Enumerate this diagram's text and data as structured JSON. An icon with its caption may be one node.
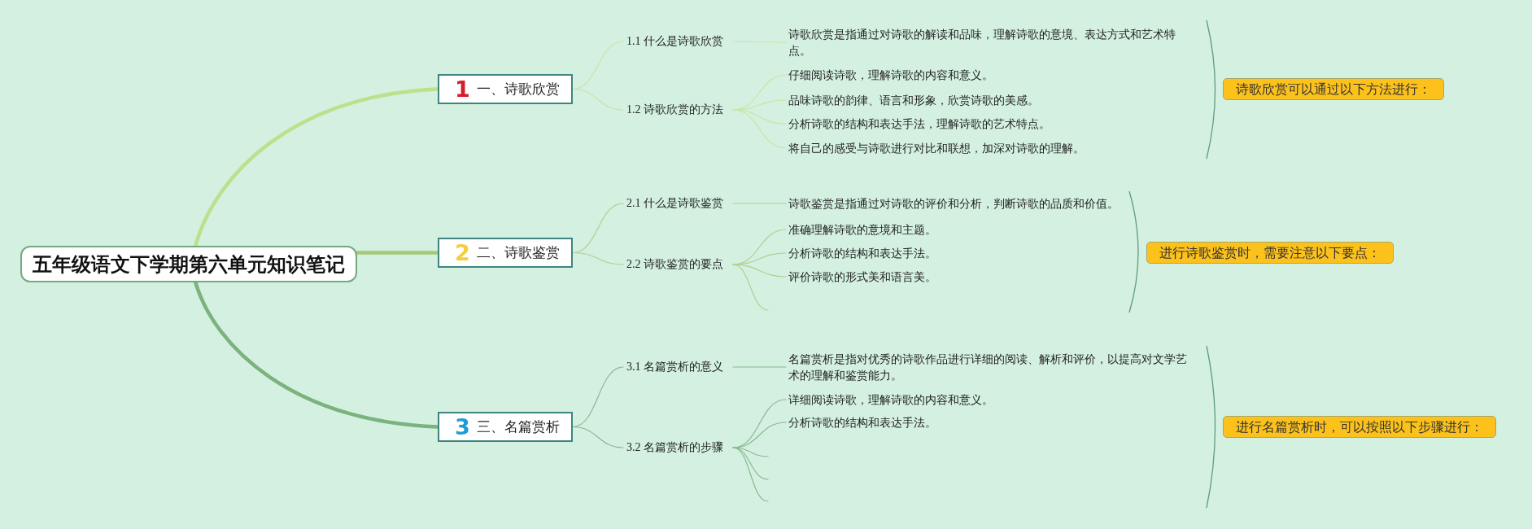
{
  "diagram": {
    "nodes": [
      {
        "text": [
          "五年级语文下学期第六单元知识笔记"
        ]
      },
      {
        "text": [
          "1",
          "一、诗歌欣赏"
        ]
      },
      {
        "text": [
          "1.1 什么是诗歌欣赏"
        ]
      },
      {
        "text": [
          "诗歌欣赏是指通过对诗歌的解读和品味，理解诗歌的意境、表达方式和艺术特点。"
        ]
      },
      {
        "text": [
          "1.2 诗歌欣赏的方法"
        ]
      },
      {
        "text": [
          "仔细阅读诗歌，理解诗歌的内容和意义。"
        ]
      },
      {
        "text": [
          "品味诗歌的韵律、语言和形象，欣赏诗歌的美感。"
        ]
      },
      {
        "text": [
          "分析诗歌的结构和表达手法，理解诗歌的艺术特点。"
        ]
      },
      {
        "text": [
          "将自己的感受与诗歌进行对比和联想，加深对诗歌的理解。"
        ]
      },
      {
        "text": [
          "诗歌欣赏可以通过以下方法进行："
        ]
      },
      {
        "text": [
          "2",
          "二、诗歌鉴赏"
        ]
      },
      {
        "text": [
          "2.1 什么是诗歌鉴赏"
        ]
      },
      {
        "text": [
          "诗歌鉴赏是指通过对诗歌的评价和分析，判断诗歌的品质和价值。"
        ]
      },
      {
        "text": [
          "2.2 诗歌鉴赏的要点"
        ]
      },
      {
        "text": [
          "准确理解诗歌的意境和主题。"
        ]
      },
      {
        "text": [
          "分析诗歌的结构和表达手法。"
        ]
      },
      {
        "text": [
          "评价诗歌的形式美和语言美。"
        ]
      },
      {
        "text": [
          "进行诗歌鉴赏时，需要注意以下要点："
        ]
      },
      {
        "text": [
          "3",
          "三、名篇赏析"
        ]
      },
      {
        "text": [
          "3.1 名篇赏析的意义"
        ]
      },
      {
        "text": [
          "名篇赏析是指对优秀的诗歌作品进行详细的阅读、解析和评价，以提高对文学艺术的理解和鉴赏能力。"
        ]
      },
      {
        "text": [
          "3.2 名篇赏析的步骤"
        ]
      },
      {
        "text": [
          "详细阅读诗歌，理解诗歌的内容和意义。"
        ]
      },
      {
        "text": [
          "分析诗歌的结构和表达手法。"
        ]
      },
      {
        "text": [
          "进行名篇赏析时，可以按照以下步骤进行："
        ]
      }
    ],
    "edges": [
      {
        "from": 0,
        "to": 1,
        "arrow": "none",
        "style": "thick",
        "color": "#bde08c"
      },
      {
        "from": 1,
        "to": 2,
        "arrow": "none",
        "color": "#c8e6a0"
      },
      {
        "from": 2,
        "to": 3,
        "arrow": "none",
        "color": "#c8e6a0"
      },
      {
        "from": 1,
        "to": 4,
        "arrow": "none",
        "color": "#c8e6a0"
      },
      {
        "from": 4,
        "to": 5,
        "arrow": "none",
        "color": "#c8e6a0"
      },
      {
        "from": 4,
        "to": 6,
        "arrow": "none",
        "color": "#c8e6a0"
      },
      {
        "from": 4,
        "to": 7,
        "arrow": "none",
        "color": "#c8e6a0"
      },
      {
        "from": 4,
        "to": 8,
        "arrow": "none",
        "color": "#c8e6a0"
      },
      {
        "from": 0,
        "to": 10,
        "arrow": "none",
        "style": "thick",
        "color": "#a6c878"
      },
      {
        "from": 10,
        "to": 11,
        "arrow": "none",
        "color": "#aed18c"
      },
      {
        "from": 11,
        "to": 12,
        "arrow": "none",
        "color": "#aed18c"
      },
      {
        "from": 10,
        "to": 13,
        "arrow": "none",
        "color": "#aed18c"
      },
      {
        "from": 13,
        "to": 14,
        "arrow": "none",
        "color": "#aed18c"
      },
      {
        "from": 13,
        "to": 15,
        "arrow": "none",
        "color": "#aed18c"
      },
      {
        "from": 13,
        "to": 16,
        "arrow": "none",
        "color": "#aed18c"
      },
      {
        "from": 13,
        "to": null,
        "arrow": "none",
        "color": "#aed18c"
      },
      {
        "from": 0,
        "to": 18,
        "arrow": "none",
        "style": "thick",
        "color": "#7cb27e"
      },
      {
        "from": 18,
        "to": 19,
        "arrow": "none",
        "color": "#88bb8e"
      },
      {
        "from": 19,
        "to": 20,
        "arrow": "none",
        "color": "#88bb8e"
      },
      {
        "from": 18,
        "to": 21,
        "arrow": "none",
        "color": "#88bb8e"
      },
      {
        "from": 21,
        "to": 22,
        "arrow": "none",
        "color": "#88bb8e"
      },
      {
        "from": 21,
        "to": 23,
        "arrow": "none",
        "color": "#88bb8e"
      },
      {
        "from": 21,
        "to": null,
        "arrow": "none",
        "color": "#88bb8e"
      },
      {
        "from": 21,
        "to": null,
        "arrow": "none",
        "color": "#88bb8e"
      },
      {
        "from": 21,
        "to": null,
        "arrow": "none",
        "color": "#88bb8e"
      }
    ]
  }
}
